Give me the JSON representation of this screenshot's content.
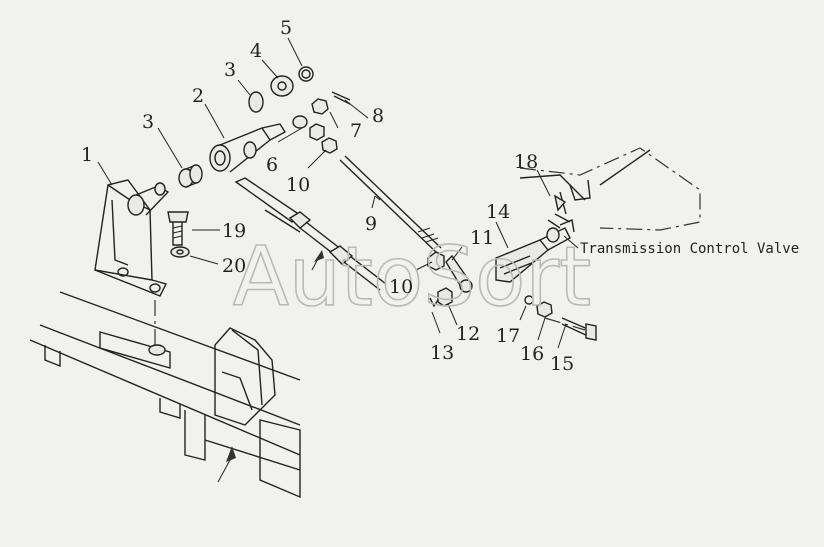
{
  "watermark": "AutoSort",
  "caption": "Transmission Control Valve",
  "callouts": [
    {
      "id": "callout-1",
      "label": "1"
    },
    {
      "id": "callout-2",
      "label": "2"
    },
    {
      "id": "callout-3a",
      "label": "3"
    },
    {
      "id": "callout-3b",
      "label": "3"
    },
    {
      "id": "callout-4",
      "label": "4"
    },
    {
      "id": "callout-5",
      "label": "5"
    },
    {
      "id": "callout-6",
      "label": "6"
    },
    {
      "id": "callout-7",
      "label": "7"
    },
    {
      "id": "callout-8",
      "label": "8"
    },
    {
      "id": "callout-9",
      "label": "9"
    },
    {
      "id": "callout-10a",
      "label": "10"
    },
    {
      "id": "callout-10b",
      "label": "10"
    },
    {
      "id": "callout-11",
      "label": "11"
    },
    {
      "id": "callout-12",
      "label": "12"
    },
    {
      "id": "callout-13",
      "label": "13"
    },
    {
      "id": "callout-14",
      "label": "14"
    },
    {
      "id": "callout-15",
      "label": "15"
    },
    {
      "id": "callout-16",
      "label": "16"
    },
    {
      "id": "callout-17",
      "label": "17"
    },
    {
      "id": "callout-18",
      "label": "18"
    },
    {
      "id": "callout-19",
      "label": "19"
    },
    {
      "id": "callout-20",
      "label": "20"
    }
  ]
}
